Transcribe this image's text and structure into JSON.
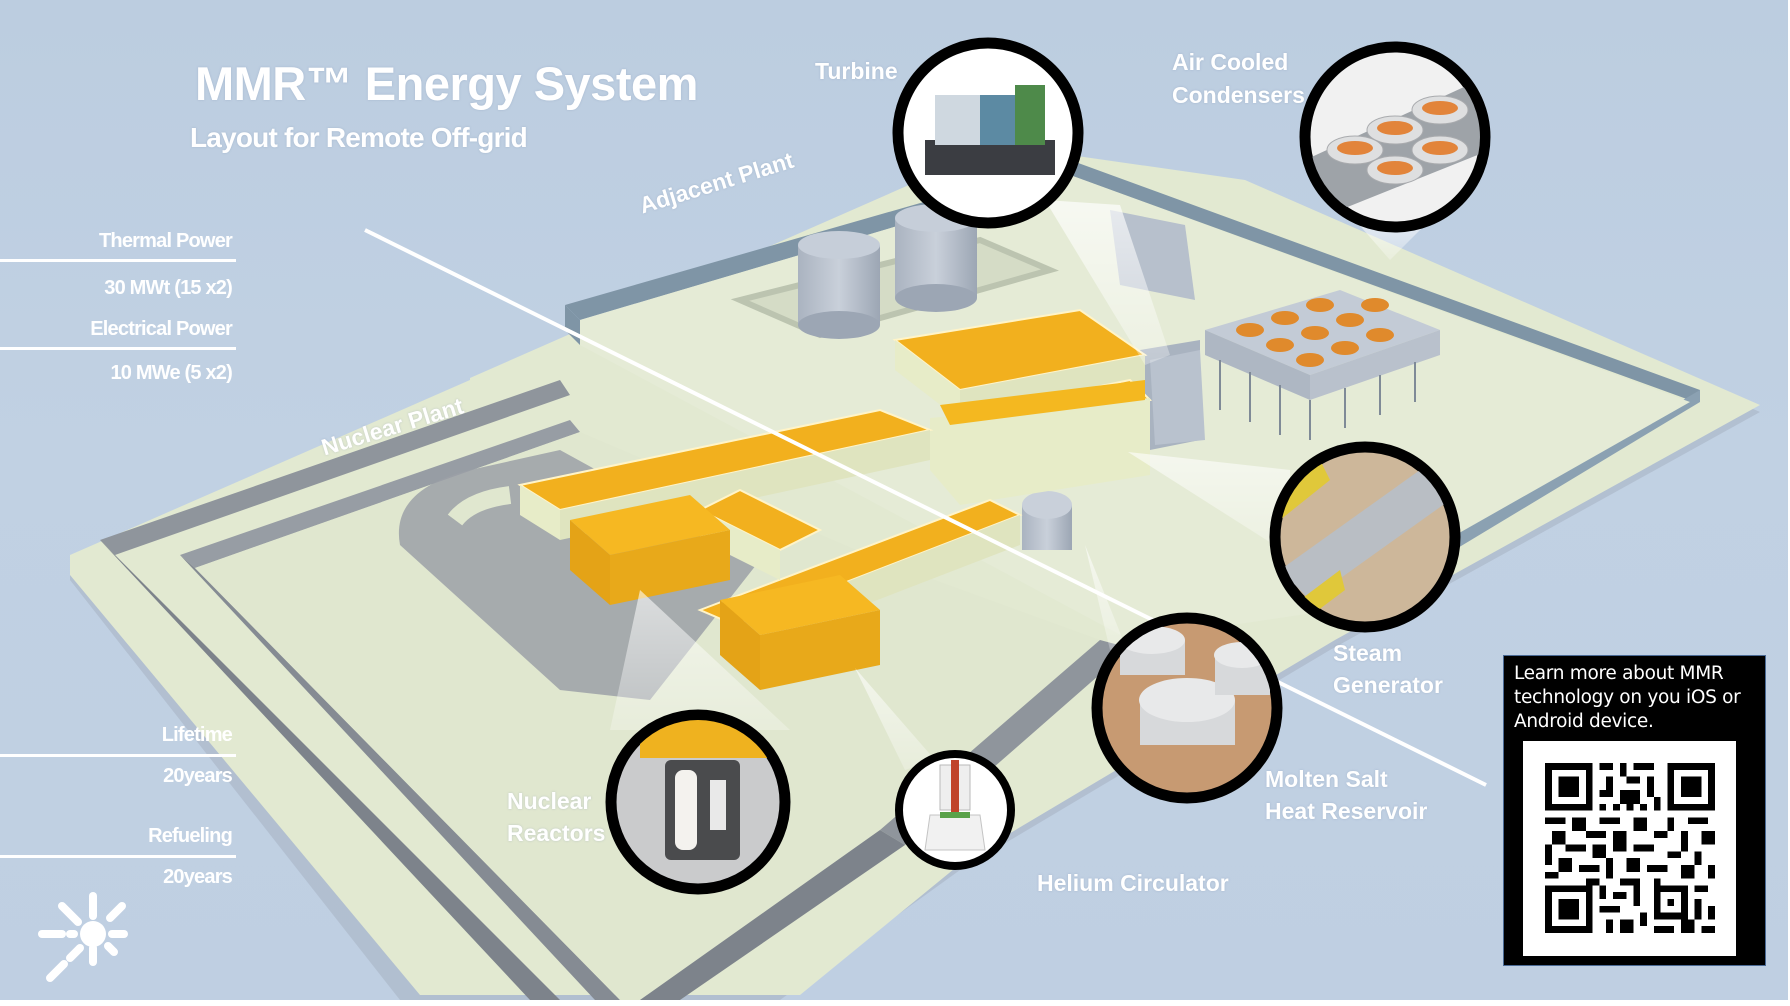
{
  "header": {
    "title": "MMR™ Energy System",
    "subtitle": "Layout for Remote Off-grid"
  },
  "specs": [
    {
      "label": "Thermal Power",
      "value": "30 MWt (15 x2)"
    },
    {
      "label": "Electrical Power",
      "value": "10 MWe (5 x2)"
    },
    {
      "label": "Lifetime",
      "value": "20years"
    },
    {
      "label": "Refueling",
      "value": "20years"
    }
  ],
  "areas": {
    "adjacent_plant": "Adjacent Plant",
    "nuclear_plant": "Nuclear Plant"
  },
  "callouts": {
    "turbine": "Turbine",
    "air_cooled_1": "Air Cooled",
    "air_cooled_2": "Condensers",
    "steam_1": "Steam",
    "steam_2": "Generator",
    "molten_1": "Molten Salt",
    "molten_2": "Heat Reservoir",
    "helium": "Helium Circulator",
    "reactor_1": "Nuclear",
    "reactor_2": "Reactors"
  },
  "qr_panel": {
    "text": "Learn more about MMR technology on you iOS or Android device.",
    "icon": "qr-code-icon"
  },
  "logo": {
    "icon": "sunburst-logo-icon"
  },
  "colors": {
    "background": "#bfcfe2",
    "pad": "#e3ead3",
    "wall": "#8e959e",
    "building_roof": "#f2b01e",
    "building_side": "#e4a317",
    "module_wall": "#e7ecc8",
    "circle_border": "#000000"
  }
}
